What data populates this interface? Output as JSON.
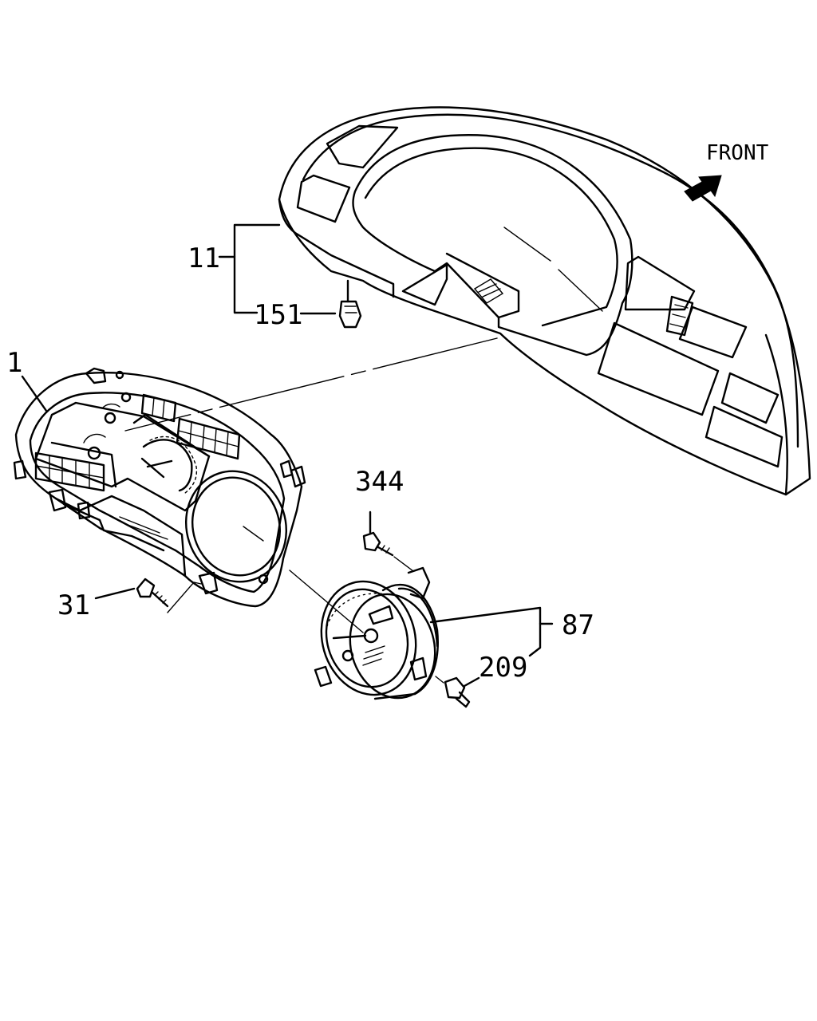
{
  "front_label": "FRONT",
  "callouts": [
    {
      "id": "p11",
      "label": "11"
    },
    {
      "id": "p151",
      "label": "151"
    },
    {
      "id": "p1",
      "label": "1"
    },
    {
      "id": "p344",
      "label": "344"
    },
    {
      "id": "p31",
      "label": "31"
    },
    {
      "id": "p87",
      "label": "87"
    },
    {
      "id": "p209",
      "label": "209"
    }
  ]
}
